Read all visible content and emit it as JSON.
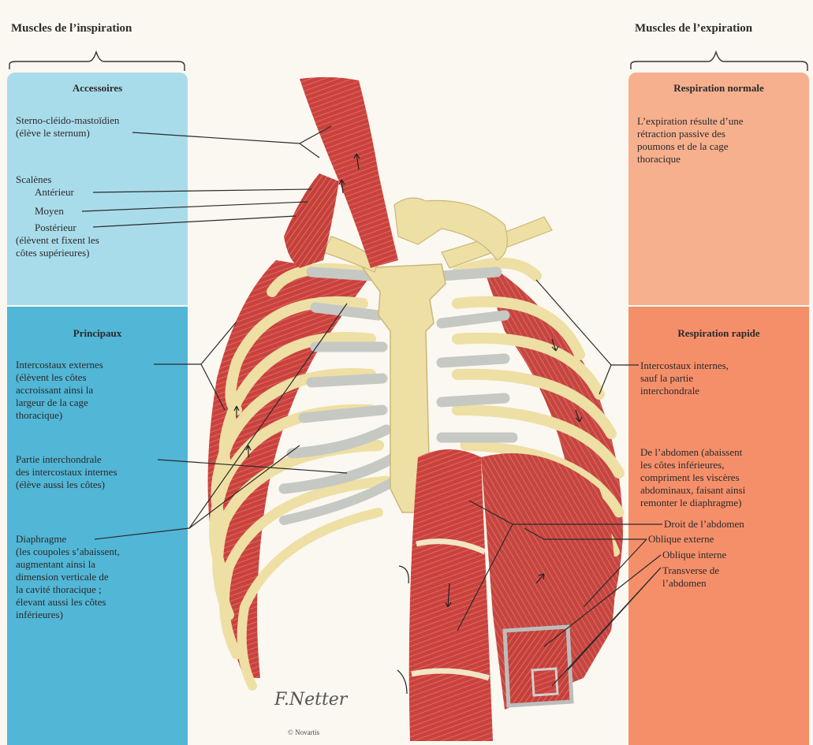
{
  "headings": {
    "inspiration": "Muscles de l’inspiration",
    "expiration": "Muscles de l’expiration"
  },
  "colors": {
    "accessoires": "#a9dceb",
    "principaux": "#52b6d6",
    "normale": "#f6b08e",
    "rapide": "#f58f6a",
    "muscle": "#c9423e",
    "bone": "#eedfa4",
    "cartilage": "#c6c8c4"
  },
  "left": {
    "accessoires": {
      "title": "Accessoires",
      "scm_1": "Sterno-cléido-mastoïdien",
      "scm_2": "(élève le sternum)",
      "scalenes": "Scalènes",
      "anterieur": "Antérieur",
      "moyen": "Moyen",
      "posterieur": "Postérieur",
      "scal_note_1": "(élèvent et fixent les",
      "scal_note_2": "côtes supérieures)"
    },
    "principaux": {
      "title": "Principaux",
      "ext_1": "Intercostaux externes",
      "ext_2": "(élèvent les côtes",
      "ext_3": "accroissant ainsi la",
      "ext_4": "largeur de la cage",
      "ext_5": "thoracique)",
      "inter_1": "Partie interchondrale",
      "inter_2": "des intercostaux internes",
      "inter_3": "(élève aussi les côtes)",
      "dia_1": "Diaphragme",
      "dia_2": "(les coupoles s’abaissent,",
      "dia_3": "augmentant ainsi la",
      "dia_4": "dimension verticale de",
      "dia_5": "la cavité thoracique ;",
      "dia_6": "élevant aussi les côtes",
      "dia_7": "inférieures)"
    }
  },
  "right": {
    "normale": {
      "title": "Respiration normale",
      "t1": "L’expiration résulte d’une",
      "t2": "rétraction passive des",
      "t3": "poumons et de la cage",
      "t4": "thoracique"
    },
    "rapide": {
      "title": "Respiration rapide",
      "int_1": "Intercostaux internes,",
      "int_2": "sauf la partie",
      "int_3": "interchondrale",
      "abd_1": "De l’abdomen (abaissent",
      "abd_2": "les côtes inférieures,",
      "abd_3": "compriment les viscères",
      "abd_4": "abdominaux, faisant ainsi",
      "abd_5": "remonter le diaphragme)",
      "droit": "Droit de l’abdomen",
      "oblique_ext": "Oblique externe",
      "oblique_int": "Oblique interne",
      "transverse_1": "Transverse de",
      "transverse_2": "l’abdomen"
    }
  },
  "illustration": {
    "signature": "F.Netter",
    "signature_sub": "© Novartis"
  }
}
